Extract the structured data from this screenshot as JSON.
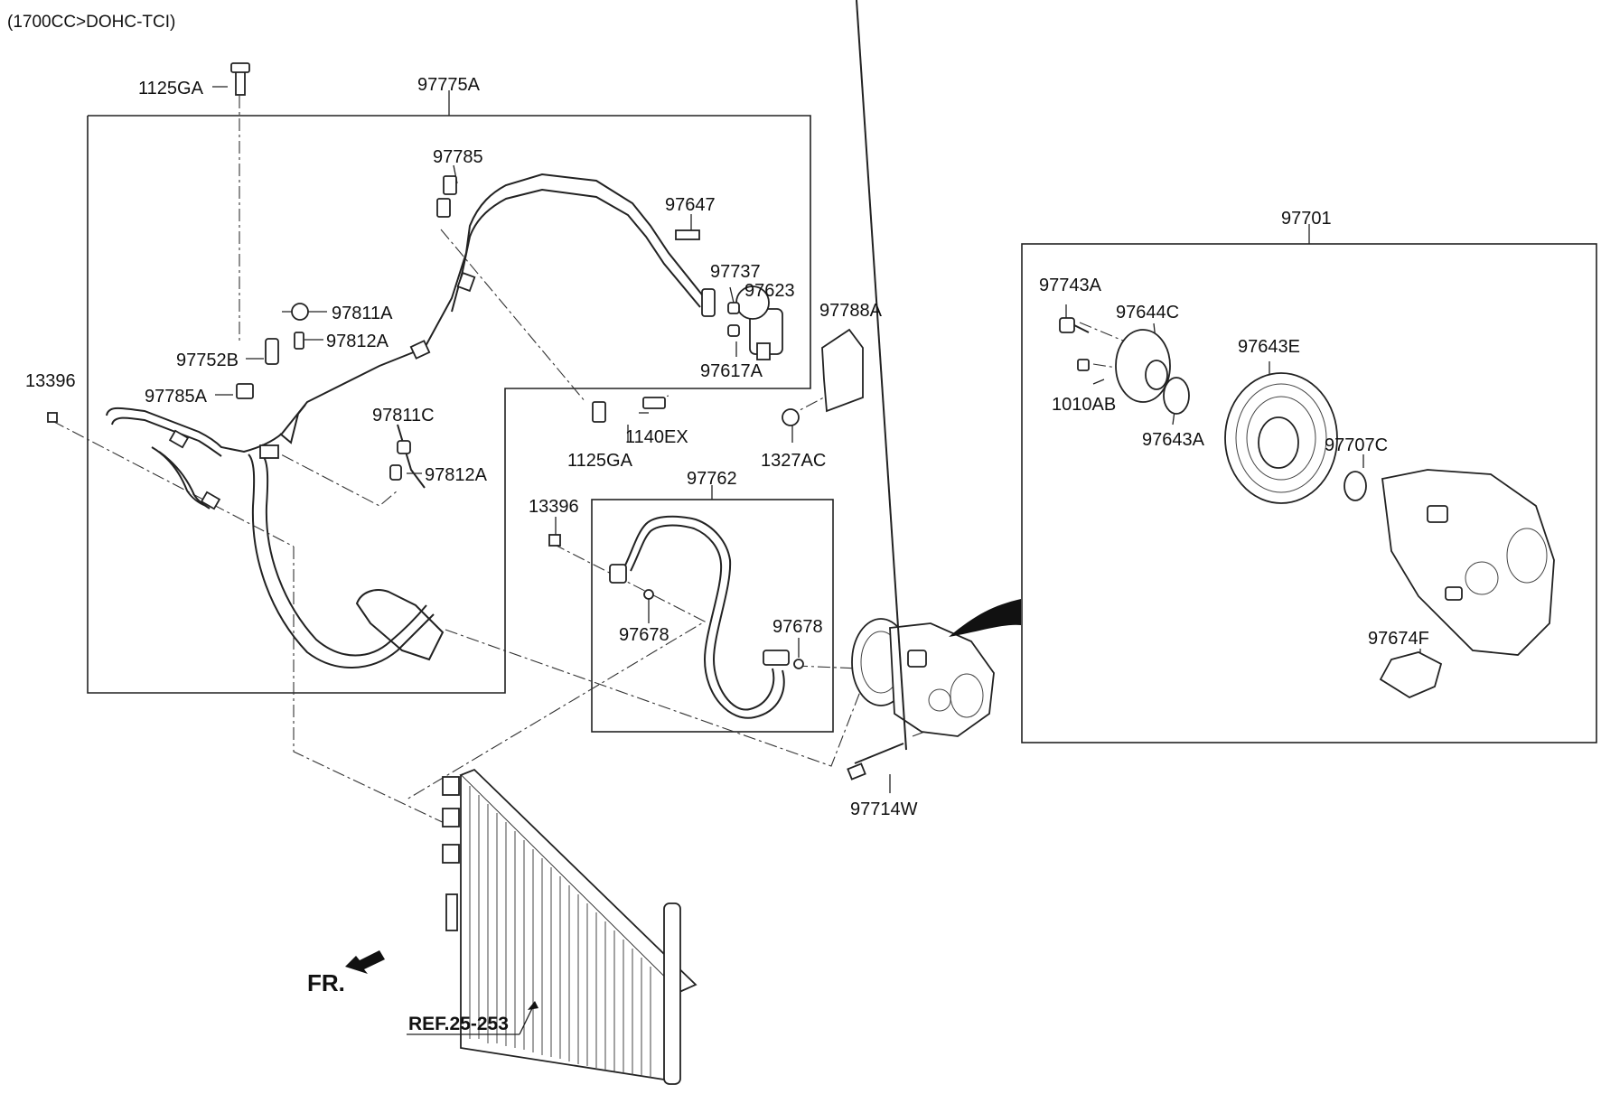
{
  "header": {
    "text": "(1700CC>DOHC-TCI)"
  },
  "labels": {
    "p1125GA_top": "1125GA",
    "p97775A": "97775A",
    "p97785": "97785",
    "p97647": "97647",
    "p97737": "97737",
    "p97623": "97623",
    "p97811A": "97811A",
    "p97812A_top": "97812A",
    "p97752B": "97752B",
    "p97785A": "97785A",
    "p13396_left": "13396",
    "p97811C": "97811C",
    "p97812A_low": "97812A",
    "p97617A": "97617A",
    "p97788A": "97788A",
    "p1140EX": "1140EX",
    "p1125GA_mid": "1125GA",
    "p1327AC": "1327AC",
    "p97762": "97762",
    "p13396_mid": "13396",
    "p97678_left": "97678",
    "p97678_right": "97678",
    "p97714W": "97714W",
    "p97701": "97701",
    "p97743A": "97743A",
    "p97644C": "97644C",
    "p97643E": "97643E",
    "p1010AB": "1010AB",
    "p97643A": "97643A",
    "p97707C": "97707C",
    "p97674F": "97674F",
    "fr": "FR.",
    "ref": "REF.25-253"
  }
}
